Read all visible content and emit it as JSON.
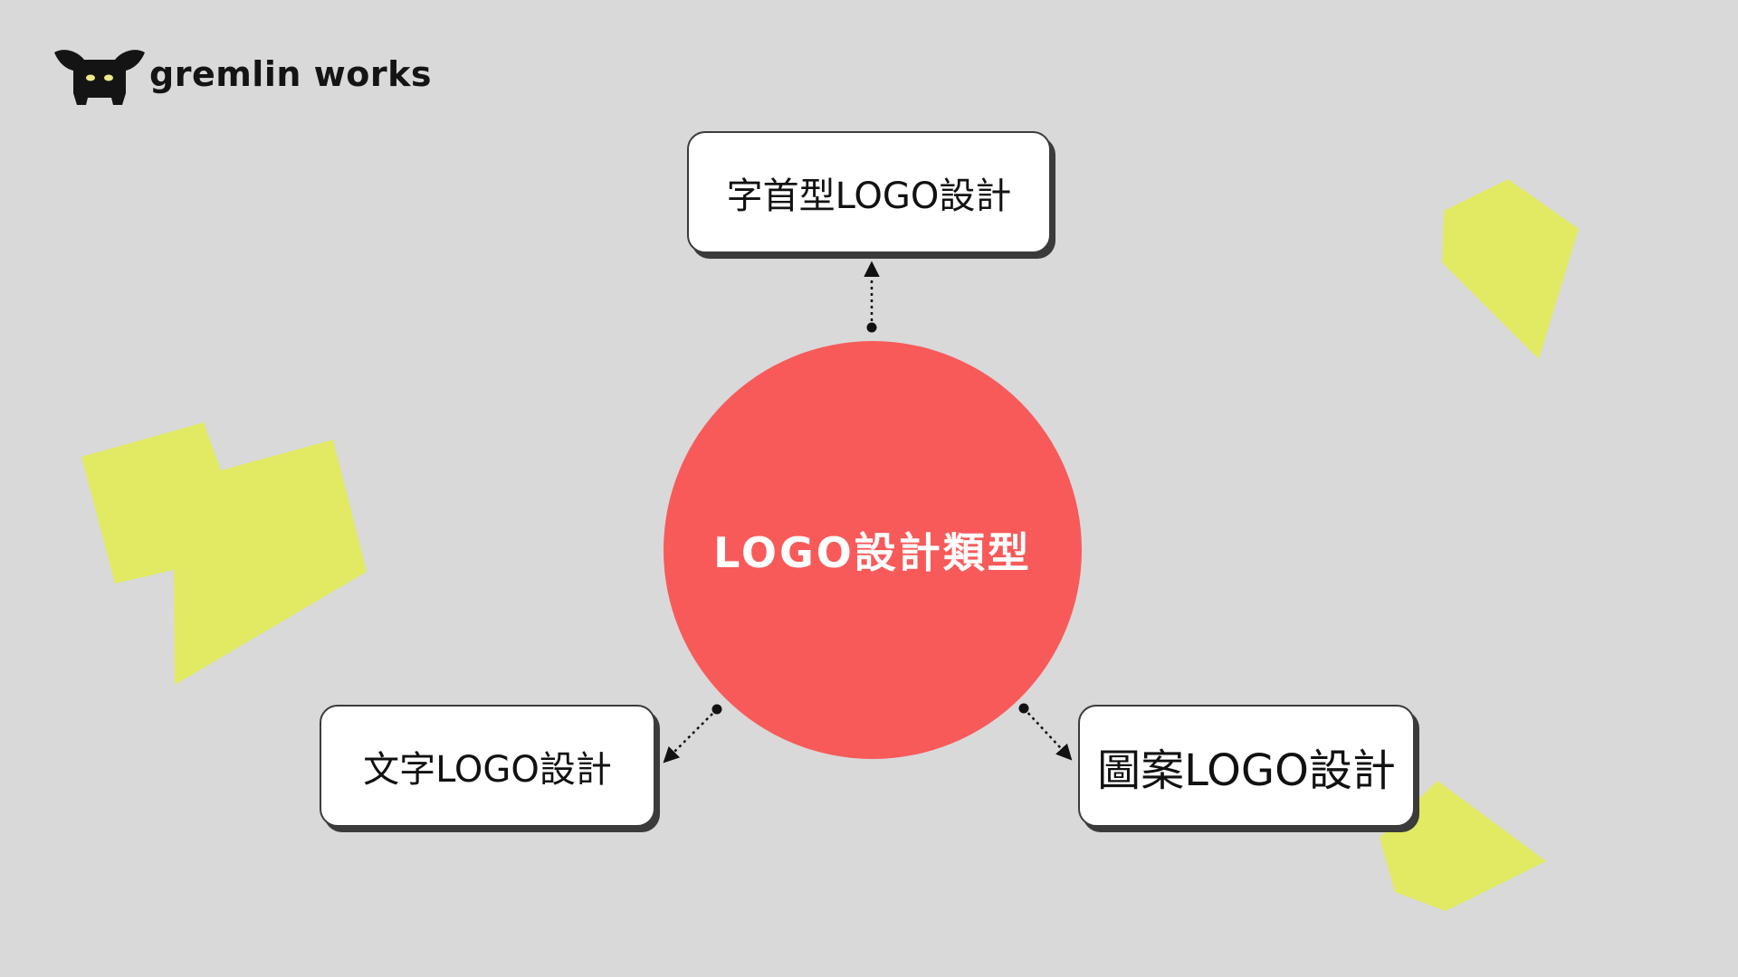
{
  "brand": {
    "name": "gremlin works"
  },
  "center": {
    "label": "LOGO設計類型"
  },
  "nodes": {
    "top": "字首型LOGO設計",
    "left": "文字LOGO設計",
    "right": "圖案LOGO設計"
  },
  "colors": {
    "background": "#d9d9d9",
    "circle": "#f85a5a",
    "accent_shapes": "#e1ea62",
    "box_fill": "#ffffff",
    "box_border": "#3b3b3b"
  }
}
